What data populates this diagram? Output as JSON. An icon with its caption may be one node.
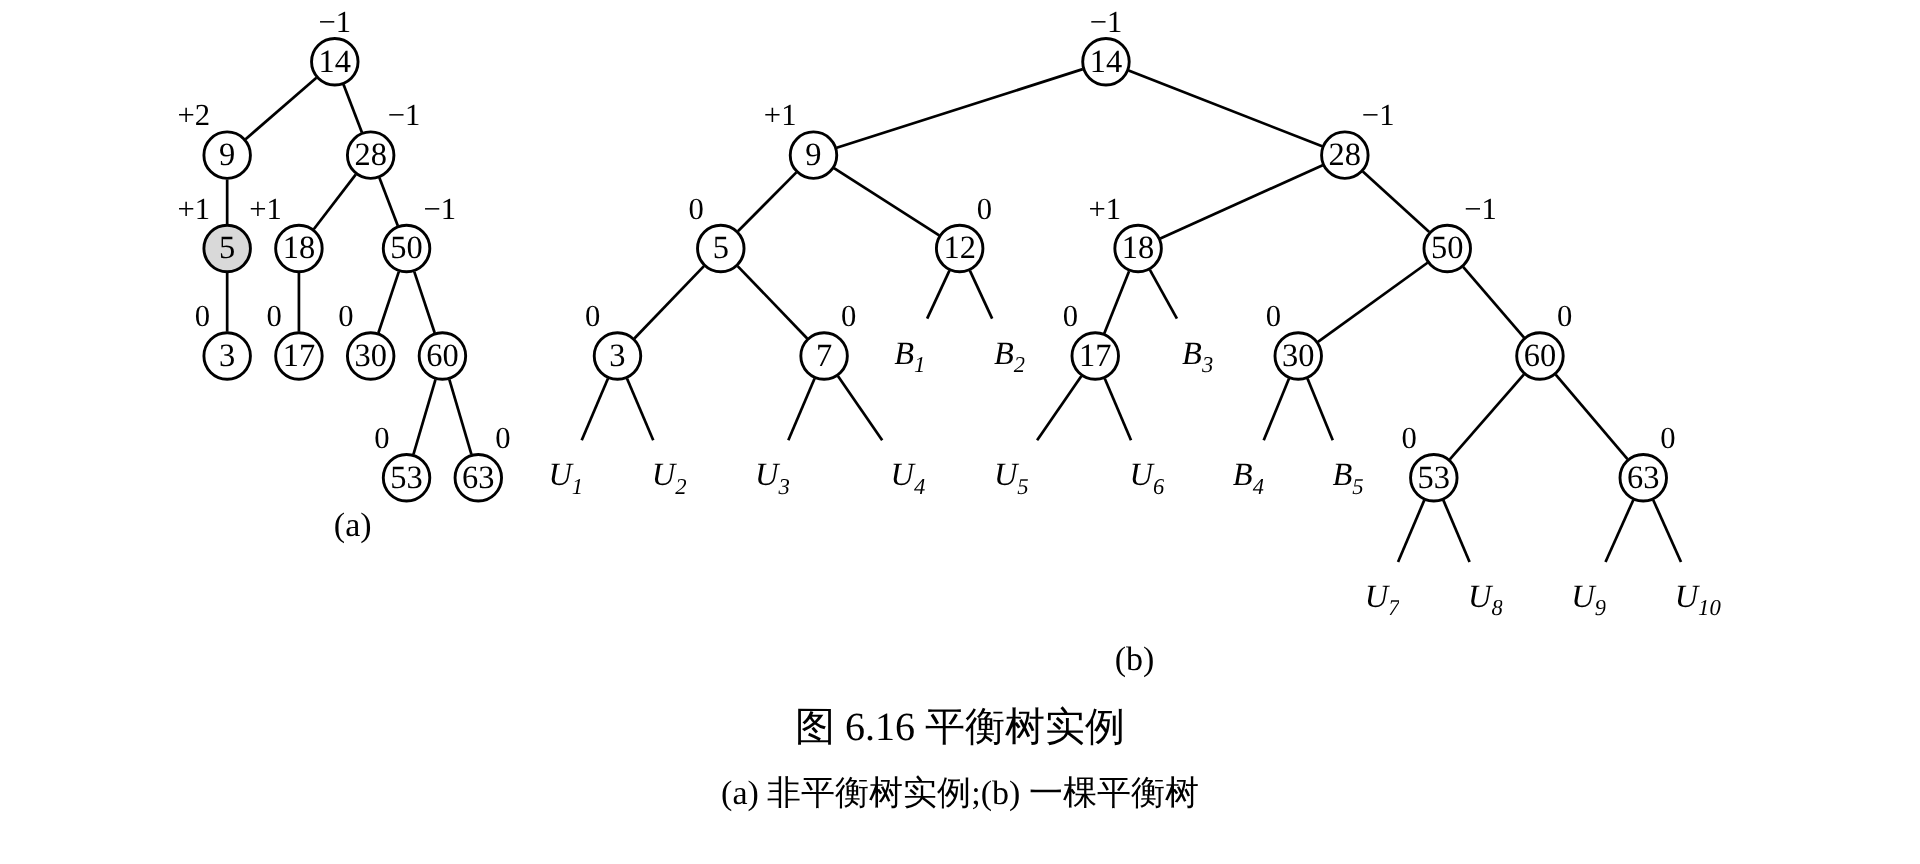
{
  "diagram": {
    "caption": "图 6.16 平衡树实例",
    "nodes": [
      {
        "text": [
          "14"
        ],
        "beside": [
          "−1"
        ]
      },
      {
        "text": [
          "9"
        ],
        "beside": [
          "+2"
        ]
      },
      {
        "text": [
          "28"
        ],
        "beside": [
          "−1"
        ]
      },
      {
        "text": [
          "5"
        ],
        "beside": [
          "+1"
        ]
      },
      {
        "text": [
          "18"
        ],
        "beside": [
          "+1"
        ]
      },
      {
        "text": [
          "50"
        ],
        "beside": [
          "−1"
        ]
      },
      {
        "text": [
          "3"
        ],
        "beside": [
          "0"
        ]
      },
      {
        "text": [
          "17"
        ],
        "beside": [
          "0"
        ]
      },
      {
        "text": [
          "30"
        ],
        "beside": [
          "0"
        ]
      },
      {
        "text": [
          "60"
        ]
      },
      {
        "text": [
          "53"
        ],
        "beside": [
          "0"
        ]
      },
      {
        "text": [
          "63"
        ],
        "beside": [
          "0"
        ]
      },
      {
        "text": [
          "14"
        ],
        "beside": [
          "−1"
        ]
      },
      {
        "text": [
          "9"
        ],
        "beside": [
          "+1"
        ]
      },
      {
        "text": [
          "28"
        ],
        "beside": [
          "−1"
        ]
      },
      {
        "text": [
          "5"
        ],
        "beside": [
          "0"
        ]
      },
      {
        "text": [
          "12"
        ],
        "beside": [
          "0"
        ]
      },
      {
        "text": [
          "18"
        ],
        "beside": [
          "+1"
        ]
      },
      {
        "text": [
          "50"
        ],
        "beside": [
          "−1"
        ]
      },
      {
        "text": [
          "3"
        ],
        "beside": [
          "0"
        ]
      },
      {
        "text": [
          "7"
        ],
        "beside": [
          "0"
        ]
      },
      {
        "text": [
          "B$_{1}$"
        ]
      },
      {
        "text": [
          "B$_{2}$"
        ]
      },
      {
        "text": [
          "17"
        ],
        "beside": [
          "0"
        ]
      },
      {
        "text": [
          "B$_{3}$"
        ]
      },
      {
        "text": [
          "30"
        ],
        "beside": [
          "0"
        ]
      },
      {
        "text": [
          "60"
        ],
        "beside": [
          "0"
        ]
      },
      {
        "text": [
          "U$_{1}$"
        ]
      },
      {
        "text": [
          "U$_{2}$"
        ]
      },
      {
        "text": [
          "U$_{3}$"
        ]
      },
      {
        "text": [
          "U$_{4}$"
        ]
      },
      {
        "text": [
          "U$_{5}$"
        ]
      },
      {
        "text": [
          "U$_{6}$"
        ]
      },
      {
        "text": [
          "B$_{4}$"
        ]
      },
      {
        "text": [
          "B$_{5}$"
        ]
      },
      {
        "text": [
          "53"
        ],
        "beside": [
          "0"
        ]
      },
      {
        "text": [
          "63"
        ],
        "beside": [
          "0"
        ]
      },
      {
        "text": [
          "U$_{7}$"
        ]
      },
      {
        "text": [
          "U$_{8}$"
        ]
      },
      {
        "text": [
          "U$_{9}$"
        ]
      },
      {
        "text": [
          "U$_{10}$"
        ]
      }
    ],
    "edges": [
      {
        "from": 0,
        "to": 1,
        "arrow": "none"
      },
      {
        "from": 1,
        "to": 3,
        "arrow": "none"
      },
      {
        "from": 3,
        "to": 6,
        "arrow": "none"
      },
      {
        "from": 0,
        "to": 2,
        "arrow": "none"
      },
      {
        "from": 2,
        "to": 4,
        "arrow": "none"
      },
      {
        "from": 4,
        "to": 7,
        "arrow": "none"
      },
      {
        "from": 2,
        "to": 5,
        "arrow": "none"
      },
      {
        "from": 5,
        "to": 8,
        "arrow": "none"
      },
      {
        "from": 5,
        "to": 9,
        "arrow": "none"
      },
      {
        "from": 9,
        "to": 10,
        "arrow": "none"
      },
      {
        "from": 9,
        "to": 11,
        "arrow": "none"
      },
      {
        "from": 12,
        "to": 13,
        "arrow": "none"
      },
      {
        "from": 13,
        "to": 15,
        "arrow": "none"
      },
      {
        "from": 15,
        "to": 19,
        "arrow": "none"
      },
      {
        "from": 19,
        "to": 27,
        "arrow": "none"
      },
      {
        "from": 19,
        "to": 28,
        "arrow": "none"
      },
      {
        "from": 15,
        "to": 20,
        "arrow": "none"
      },
      {
        "from": 20,
        "to": 29,
        "arrow": "none"
      },
      {
        "from": 20,
        "to": 30,
        "arrow": "none"
      },
      {
        "from": 13,
        "to": 16,
        "arrow": "none"
      },
      {
        "from": 16,
        "to": 21,
        "arrow": "none"
      },
      {
        "from": 16,
        "to": 22,
        "arrow": "none"
      },
      {
        "from": 12,
        "to": 14,
        "arrow": "none"
      },
      {
        "from": 14,
        "to": 17,
        "arrow": "none"
      },
      {
        "from": 17,
        "to": 23,
        "arrow": "none"
      },
      {
        "from": 23,
        "to": 31,
        "arrow": "none"
      },
      {
        "from": 23,
        "to": 32,
        "arrow": "none"
      },
      {
        "from": 17,
        "to": 24,
        "arrow": "none"
      },
      {
        "from": 14,
        "to": 18,
        "arrow": "none"
      },
      {
        "from": 18,
        "to": 25,
        "arrow": "none"
      },
      {
        "from": 25,
        "to": 33,
        "arrow": "none"
      },
      {
        "from": 25,
        "to": 34,
        "arrow": "none"
      },
      {
        "from": 18,
        "to": 26,
        "arrow": "none"
      },
      {
        "from": 26,
        "to": 35,
        "arrow": "none"
      },
      {
        "from": 35,
        "to": 37,
        "arrow": "none"
      },
      {
        "from": 35,
        "to": 38,
        "arrow": "none"
      },
      {
        "from": 26,
        "to": 36,
        "arrow": "none"
      },
      {
        "from": 36,
        "to": 39,
        "arrow": "none"
      },
      {
        "from": 36,
        "to": 40,
        "arrow": "none"
      }
    ],
    "labels": [
      "(a)",
      "(b)",
      "(a) 非平衡树实例;(b) 一棵平衡树"
    ]
  }
}
